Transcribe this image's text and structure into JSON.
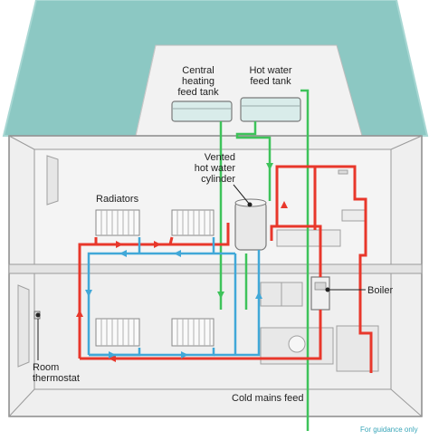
{
  "colors": {
    "roof": "#8cc8c3",
    "roof_edge": "#a8d7d3",
    "wall": "#eeeeee",
    "wall_edge": "#bdbdbd",
    "outline": "#8a8a8a",
    "hot_pipe": "#e8372b",
    "cold_pipe": "#41a8d8",
    "feed_pipe": "#3ec35a",
    "tank": "#d9ecea"
  },
  "labels": {
    "central_tank": [
      "Central",
      "heating",
      "feed tank"
    ],
    "hot_tank": [
      "Hot water",
      "feed tank"
    ],
    "cylinder": [
      "Vented",
      "hot water",
      "cylinder"
    ],
    "radiators": "Radiators",
    "boiler": "Boiler",
    "thermostat": [
      "Room",
      "thermostat"
    ],
    "cold_mains": "Cold mains feed",
    "guidance": "For guidance only"
  }
}
